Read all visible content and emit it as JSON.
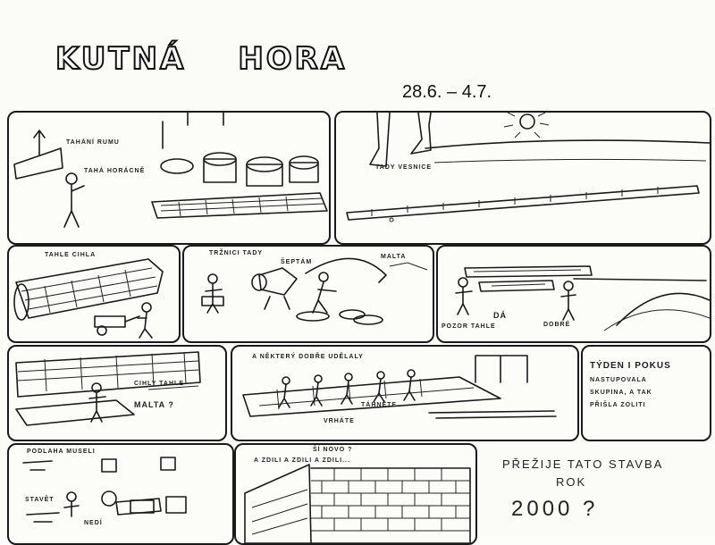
{
  "title": {
    "word1": "KUTNÁ",
    "word2": "HORA"
  },
  "dates": "28.6. – 4.7.",
  "panels": {
    "p1": {
      "label_a": "TAHÁNÍ RUMU",
      "label_b": "TAHÁ HORÁCNĚ"
    },
    "p2": {
      "label_a": "TADY VESNICE"
    },
    "p3": {
      "label_a": "TAHLE CIHLA"
    },
    "p4": {
      "label_a": "TRŽNICI TADY",
      "label_b": "ŠEPTÁM",
      "label_c": "MALTA"
    },
    "p5": {
      "label_a": "DÁ",
      "label_b": "DOBRÉ",
      "label_c": "POZOR TAHLE"
    },
    "p6": {
      "label_a": "CIHLY TAHLE",
      "label_b": "MALTA ?"
    },
    "p7": {
      "label_a": "A NĚKTERÝ DOBŘE UDĚLALY",
      "label_b": "TÁHNĚTE",
      "label_c": "VRHÁTE"
    },
    "p8": {
      "label_a": "TÝDEN I POKUS",
      "label_b": "NASTUPOVALA",
      "label_c": "SKUPINA, A TAK",
      "label_d": "PŘIŠLA ZOLITI"
    },
    "p9": {
      "label_a": "PODLAHA MUSELI",
      "label_b": "STAVĚT",
      "label_c": "NEDÍ"
    },
    "p10": {
      "label_a": "A ZDILI A ZDILI A ZDILI...",
      "label_b": "ŠÍ NOVO ?"
    },
    "p11": {
      "line1": "PŘEŽIJE TATO STAVBA",
      "line2": "ROK",
      "line3": "2000 ?"
    }
  }
}
